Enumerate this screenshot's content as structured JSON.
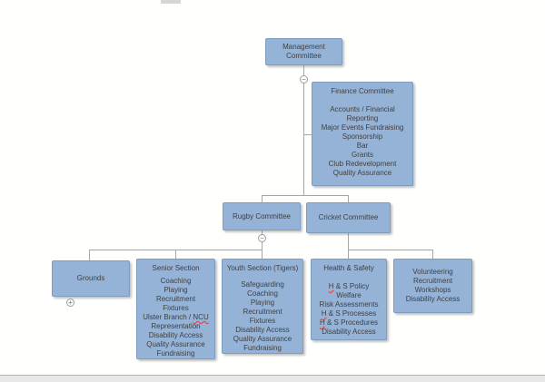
{
  "icons": {
    "collapse_glyph": "−",
    "expand_glyph": "+"
  },
  "colors": {
    "box_fill": "#95b3d7",
    "box_border": "#7e9cc0",
    "connector": "#a6a6a6",
    "text": "#3f3f3f",
    "spellcheck_underline": "#e03c31"
  },
  "nodes": {
    "management": {
      "label": "Management Committee"
    },
    "finance": {
      "title": "Finance Committee",
      "items": [
        "Accounts / Financial Reporting",
        "Major Events Fundraising",
        "Sponsorship",
        "Bar",
        "Grants",
        "Club Redevelopment",
        "Quality Assurance"
      ]
    },
    "rugby": {
      "label": "Rugby Committee"
    },
    "cricket": {
      "label": "Cricket Committee"
    },
    "grounds": {
      "label": "Grounds"
    },
    "senior": {
      "title": "Senior Section",
      "items_before": [
        "Coaching",
        "Playing",
        "Recruitment",
        "Fixtures"
      ],
      "ulster_prefix": "Ulster Branch / ",
      "ulster_flagged": "NCU",
      "items_after": [
        "Representation",
        "Disability Access",
        "Quality Assurance",
        "Fundraising"
      ]
    },
    "youth": {
      "title": "Youth Section (Tigers)",
      "items": [
        "Safeguarding",
        "Coaching",
        "Playing",
        "Recruitment",
        "Fixtures",
        "Disability Access",
        "Quality Assurance",
        "Fundraising"
      ]
    },
    "health_safety": {
      "title": "Health & Safety",
      "flagged_h": "H",
      "policy_rest": " & S Policy",
      "welfare": "Welfare",
      "risk": "Risk Assessments",
      "processes_rest": " & S Processes",
      "procedures_rest": " & S Procedures",
      "disability": "Disability Access"
    },
    "volunteering": {
      "items": [
        "Volunteering",
        "Recruitment",
        "Workshops",
        "Disability Access"
      ]
    }
  }
}
